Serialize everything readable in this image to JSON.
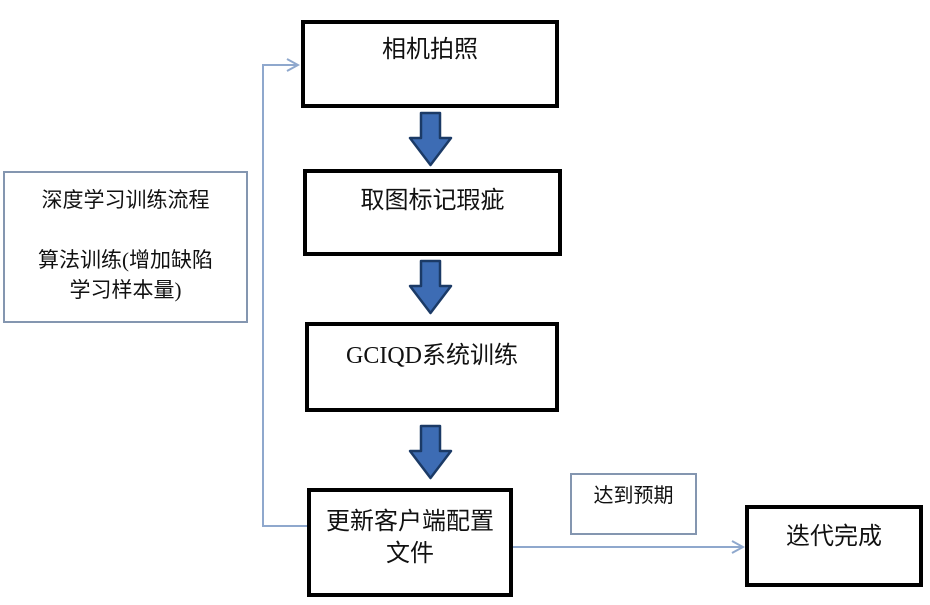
{
  "diagram": {
    "title_note": "深度学习训练流程\n\n算法训练(增加缺陷\n学习样本量)",
    "nodes": {
      "camera": "相机拍照",
      "mark_defects": "取图标记瑕疵",
      "system_training": "GCIQD系统训练",
      "update_config": "更新客户端配置\n文件",
      "iteration_done": "迭代完成"
    },
    "edge_labels": {
      "expected": "达到预期"
    },
    "flow": [
      "相机拍照 → 取图标记瑕疵 → GCIQD系统训练 → 更新客户端配置文件",
      "更新客户端配置文件 → (反馈回) 相机拍照",
      "更新客户端配置文件 → 达到预期 → 迭代完成"
    ],
    "colors": {
      "block_arrow_fill": "#3d6cb4",
      "block_arrow_stroke": "#1b3a66",
      "connector_line": "#8fa8cd",
      "process_box_border": "#000000",
      "note_box_border": "#8496b0",
      "background": "#ffffff",
      "text": "#111111"
    }
  }
}
